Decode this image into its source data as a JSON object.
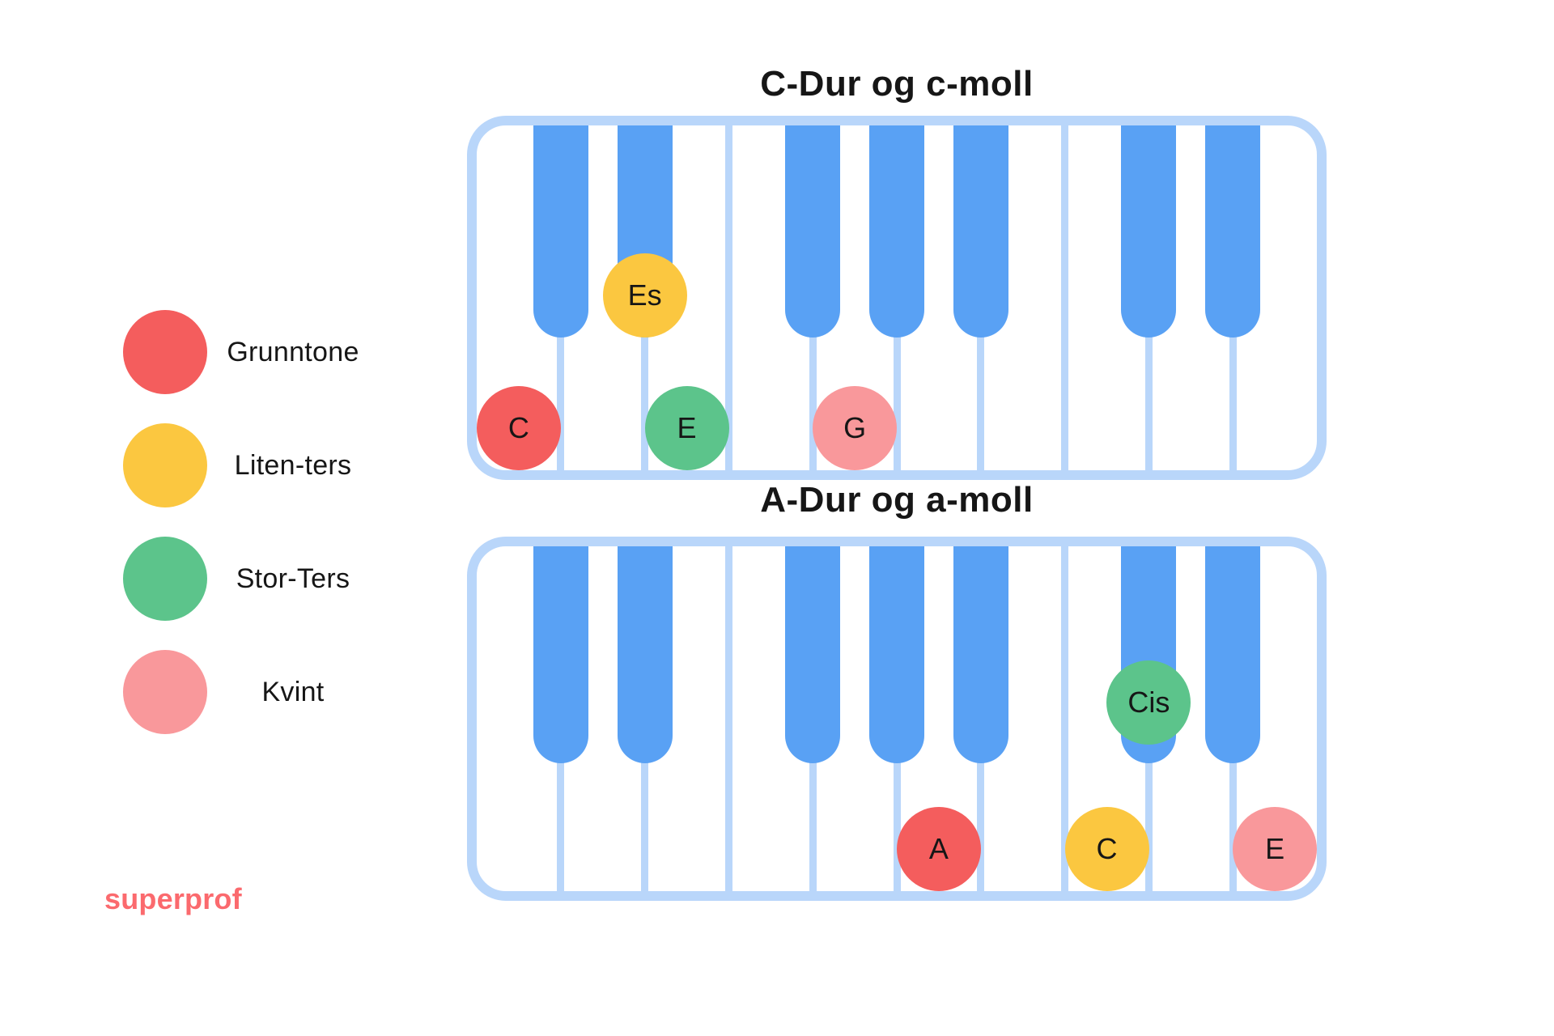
{
  "colors": {
    "page_bg": "#FFFFFF",
    "key_blue": "#59A1F4",
    "frame_blue": "#B9D6FA",
    "grunntone_red": "#F45D5D",
    "liten_ters_yellow": "#FBC740",
    "stor_ters_green": "#5CC48B",
    "kvint_pink": "#F9989B",
    "logo_coral": "#FB6A6E",
    "text_dark": "#161616"
  },
  "legend": {
    "items": [
      {
        "label": "Grunntone",
        "role": "grunntone",
        "color": "#F45D5D"
      },
      {
        "label": "Liten-ters",
        "role": "liten-ters",
        "color": "#FBC740"
      },
      {
        "label": "Stor-Ters",
        "role": "stor-ters",
        "color": "#5CC48B"
      },
      {
        "label": "Kvint",
        "role": "kvint",
        "color": "#F9989B"
      }
    ]
  },
  "branding": {
    "logo": "superprof"
  },
  "keyboards": [
    {
      "title": "C-Dur og c-moll",
      "white_key_count": 10,
      "black_key_boundaries": [
        1,
        2,
        4,
        5,
        6,
        8,
        9
      ],
      "notes": [
        {
          "label": "C",
          "placement": "white",
          "index": 1,
          "role": "grunntone",
          "color": "#F45D5D"
        },
        {
          "label": "Es",
          "placement": "black",
          "index": 2,
          "role": "liten-ters",
          "color": "#FBC740"
        },
        {
          "label": "E",
          "placement": "white",
          "index": 3,
          "role": "stor-ters",
          "color": "#5CC48B"
        },
        {
          "label": "G",
          "placement": "white",
          "index": 5,
          "role": "kvint",
          "color": "#F9989B"
        }
      ]
    },
    {
      "title": "A-Dur og a-moll",
      "white_key_count": 10,
      "black_key_boundaries": [
        1,
        2,
        4,
        5,
        6,
        8,
        9
      ],
      "notes": [
        {
          "label": "A",
          "placement": "white",
          "index": 6,
          "role": "grunntone",
          "color": "#F45D5D"
        },
        {
          "label": "C",
          "placement": "white",
          "index": 8,
          "role": "liten-ters",
          "color": "#FBC740"
        },
        {
          "label": "Cis",
          "placement": "black",
          "index": 8,
          "role": "stor-ters",
          "color": "#5CC48B"
        },
        {
          "label": "E",
          "placement": "white",
          "index": 10,
          "role": "kvint",
          "color": "#F9989B"
        }
      ]
    }
  ]
}
